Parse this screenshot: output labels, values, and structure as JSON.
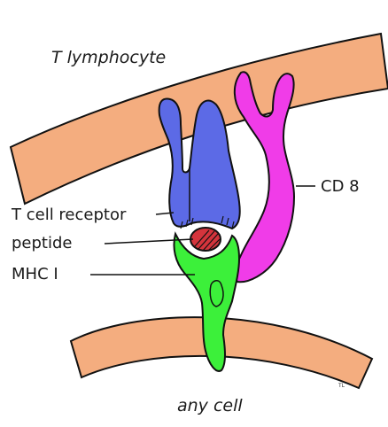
{
  "labels": {
    "t_lymphocyte": "T lymphocyte",
    "any_cell": "any cell",
    "cd8": "CD 8",
    "t_cell_receptor": "T cell receptor",
    "peptide": "peptide",
    "mhc1": "MHC I",
    "signature": "TL"
  },
  "colors": {
    "membrane": "#f4ad7f",
    "tcr": "#5c6ae6",
    "cd8": "#f03ce8",
    "mhc": "#3cf03a",
    "peptide": "#d4343c",
    "outline": "#111111"
  }
}
